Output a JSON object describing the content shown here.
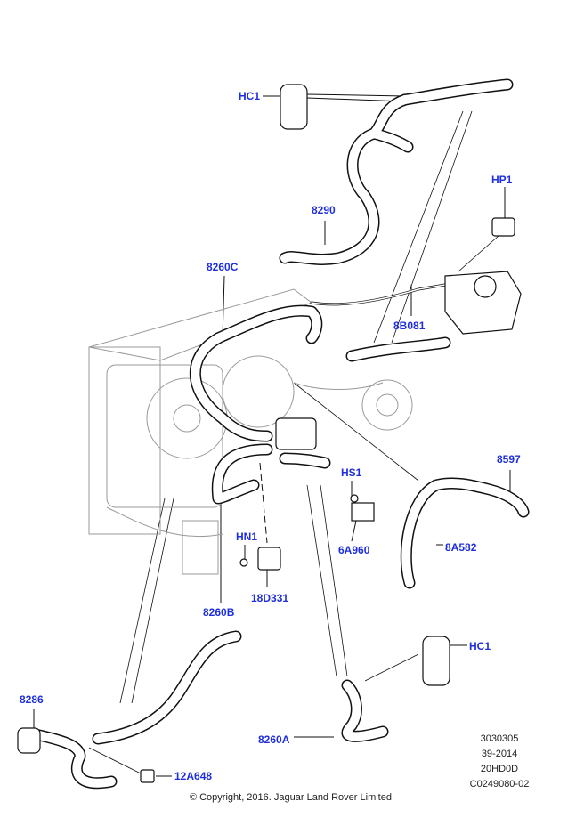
{
  "callouts": {
    "hc1_top": "HC1",
    "hp1": "HP1",
    "p8290": "8290",
    "p8260c": "8260C",
    "p8b081": "8B081",
    "hs1": "HS1",
    "p8597": "8597",
    "p8a582": "8A582",
    "hn1": "HN1",
    "p6a960": "6A960",
    "p18d331": "18D331",
    "p8260b": "8260B",
    "hc1_bottom": "HC1",
    "p8286": "8286",
    "p8260a": "8260A",
    "p12a648": "12A648"
  },
  "reference_codes": [
    "3030305",
    "39-2014",
    "20HD0D",
    "C0249080-02"
  ],
  "copyright": "© Copyright, 2016. Jaguar Land Rover Limited.",
  "colors": {
    "callout": "#1f2fe0",
    "line": "#111111"
  }
}
